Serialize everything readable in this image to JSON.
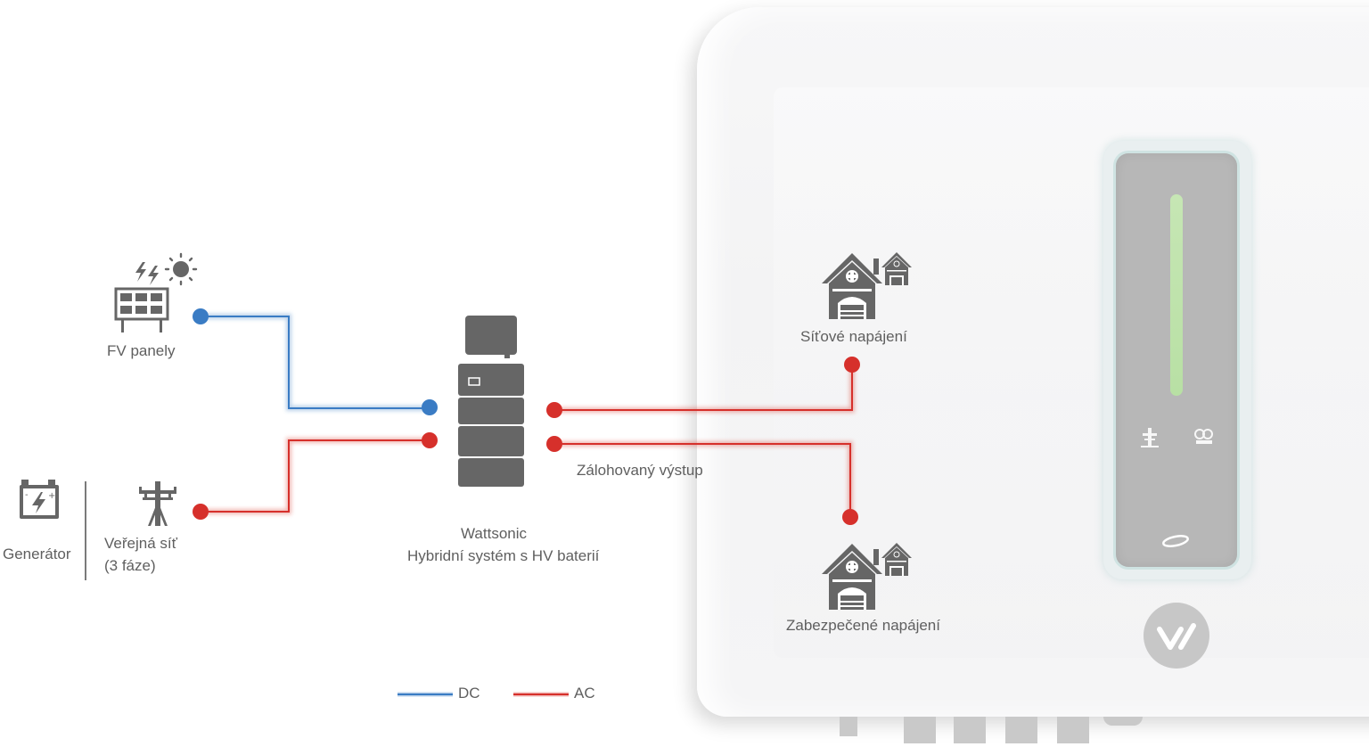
{
  "labels": {
    "pv": "FV panely",
    "generator": "Generátor",
    "grid_line1": "Veřejná síť",
    "grid_line2": "(3 fáze)",
    "system_line1": "Wattsonic",
    "system_line2": "Hybridní systém s HV baterií",
    "backup_output": "Zálohovaný výstup",
    "grid_supply": "Síťové napájení",
    "secure_supply": "Zabezpečené napájení"
  },
  "legend": {
    "dc": "DC",
    "ac": "AC"
  },
  "colors": {
    "dc": "#3a7cc4",
    "ac": "#d6302b",
    "icon": "#666666"
  },
  "device_panel": {
    "button_icons": [
      "tower-icon",
      "com-icon"
    ],
    "brand_mark": "w-logo"
  }
}
